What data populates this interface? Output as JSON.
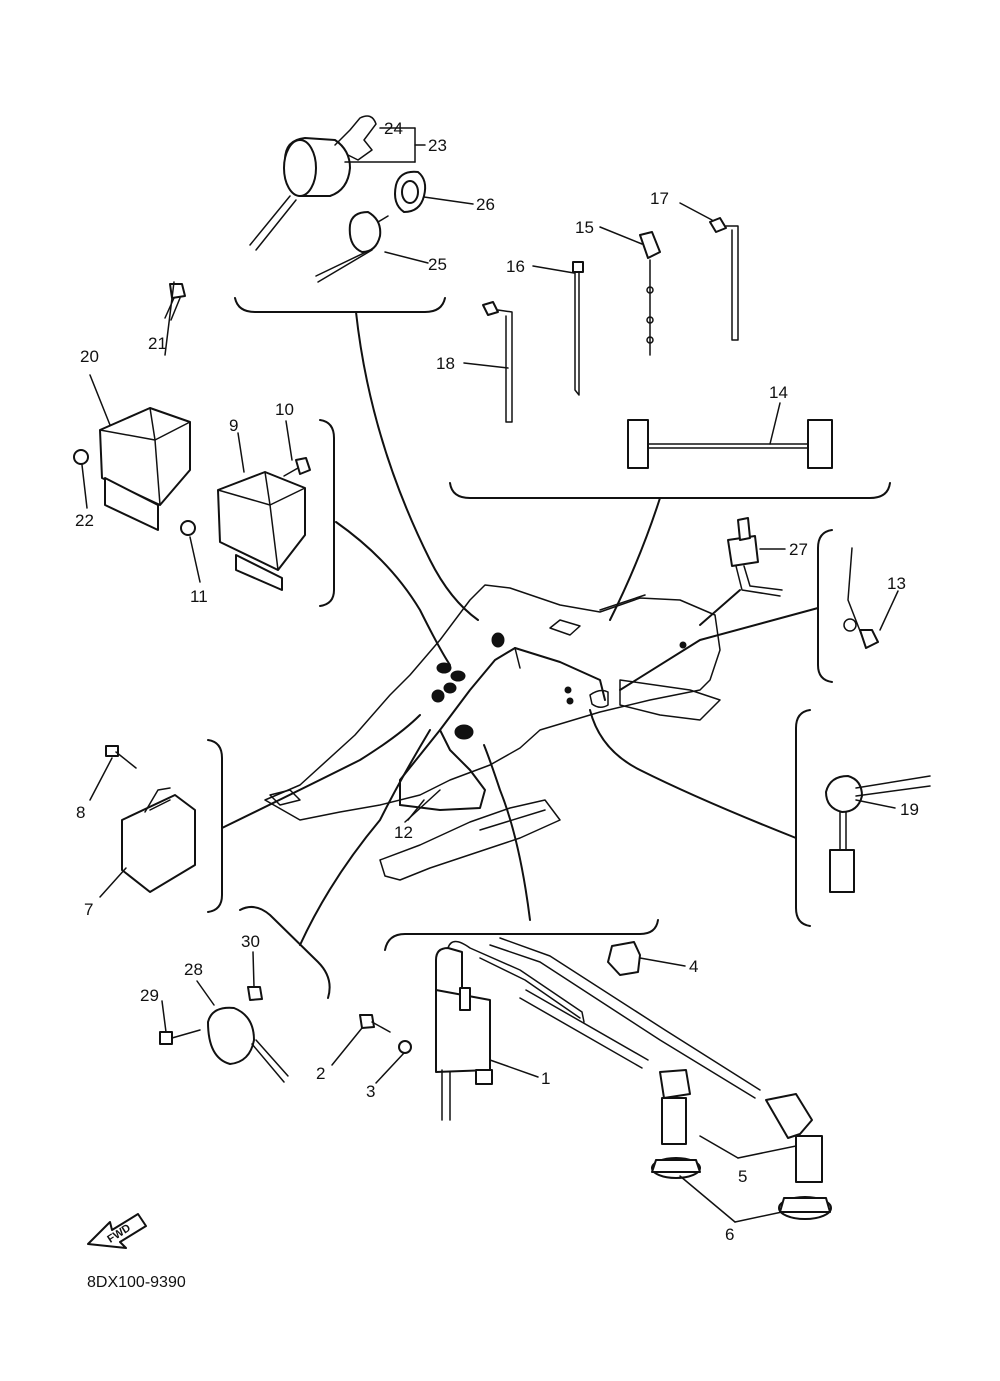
{
  "diagram_code": "8DX100-9390",
  "forward_marker": "FWD",
  "labels": {
    "p1": "1",
    "p2": "2",
    "p3": "3",
    "p4": "4",
    "p5": "5",
    "p6": "6",
    "p7": "7",
    "p8": "8",
    "p9": "9",
    "p10": "10",
    "p11": "11",
    "p12": "12",
    "p13": "13",
    "p14": "14",
    "p15": "15",
    "p16": "16",
    "p17": "17",
    "p18": "18",
    "p19": "19",
    "p20": "20",
    "p21": "21",
    "p22": "22",
    "p23": "23",
    "p24": "24",
    "p25": "25",
    "p26": "26",
    "p27": "27",
    "p28": "28",
    "p29": "29",
    "p30": "30"
  }
}
